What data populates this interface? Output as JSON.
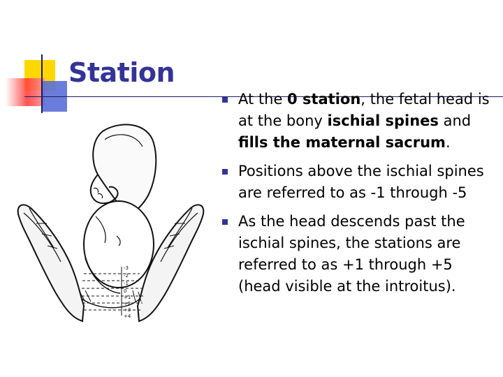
{
  "slide": {
    "title": "Station",
    "accent_color": "#333399",
    "bullet_icon": "square-bullet-icon",
    "bullets": [
      {
        "segments": [
          {
            "text": "At the ",
            "bold": false
          },
          {
            "text": "0 station",
            "bold": true
          },
          {
            "text": ", the fetal head is at the bony ",
            "bold": false
          },
          {
            "text": "ischial spines",
            "bold": true
          },
          {
            "text": " and ",
            "bold": false
          },
          {
            "text": "fills the maternal sacrum",
            "bold": true
          },
          {
            "text": ".",
            "bold": false
          }
        ]
      },
      {
        "segments": [
          {
            "text": "Positions above the ischial spines are referred to as -1 through -5",
            "bold": false
          }
        ]
      },
      {
        "segments": [
          {
            "text": "As the head descends past the ischial spines, the stations are referred to as +1 through +5 (head visible at the introitus).",
            "bold": false
          }
        ]
      }
    ]
  },
  "illustration": {
    "icon": "fetal-station-pelvis-illustration",
    "scale_labels": [
      "-3",
      "-2",
      "-1",
      "0",
      "+1",
      "+2",
      "+3",
      "+4"
    ]
  }
}
